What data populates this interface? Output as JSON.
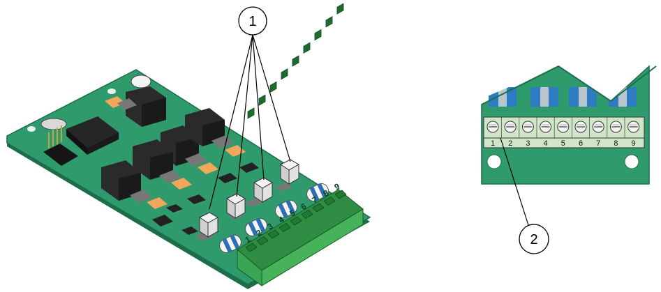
{
  "callouts": [
    {
      "id": "1"
    },
    {
      "id": "2"
    }
  ],
  "detail_terminal_numbers": [
    "1",
    "2",
    "3",
    "4",
    "5",
    "6",
    "7",
    "8",
    "9"
  ],
  "board_terminal_numbers": [
    "1",
    "2",
    "3",
    "4",
    "5",
    "6",
    "7",
    "8",
    "9"
  ],
  "colors": {
    "board": "#2f9a6c",
    "board_edge": "#1c6e4b",
    "terminal_block": "#46b25a",
    "component_dark": "#2a2a2a",
    "pad_orange": "#f2a75a",
    "capacitor_blue": "#2e6fb3",
    "detail_board": "#2f9a6c",
    "detail_strip": "#cfe6c9",
    "detail_blue": "#2d7bc2"
  }
}
